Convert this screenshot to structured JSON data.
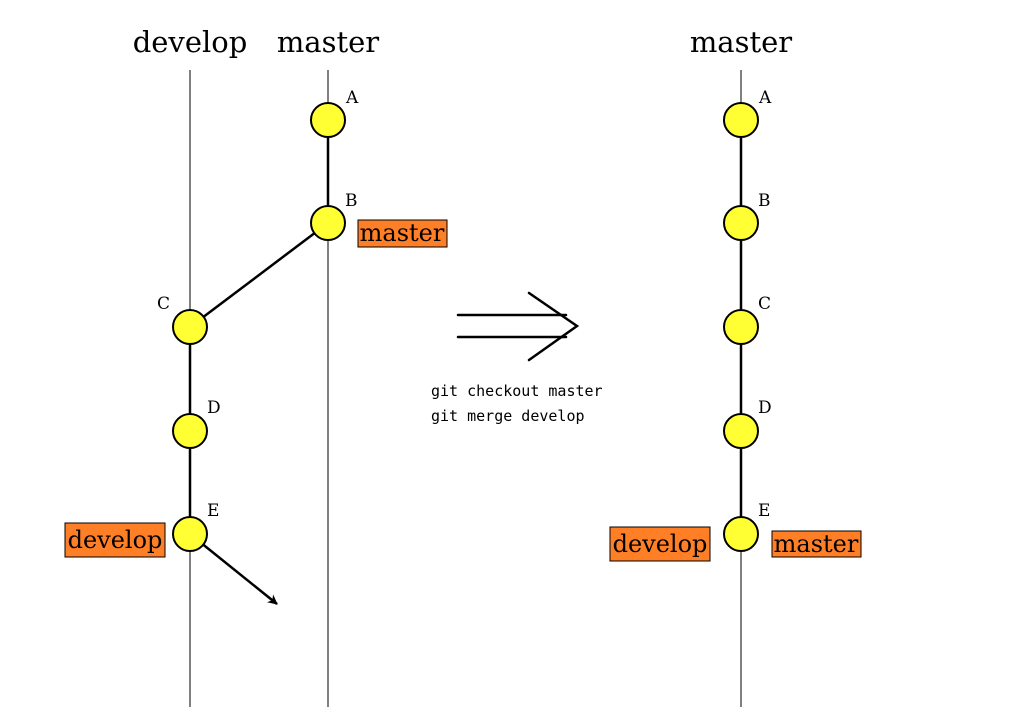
{
  "left": {
    "lanes": {
      "develop": "develop",
      "master": "master"
    },
    "commits": {
      "A": "A",
      "B": "B",
      "C": "C",
      "D": "D",
      "E": "E"
    },
    "branch_labels": {
      "master": "master",
      "develop": "develop"
    }
  },
  "commands": [
    "git checkout master",
    "git merge develop"
  ],
  "right": {
    "lanes": {
      "master": "master"
    },
    "commits": {
      "A": "A",
      "B": "B",
      "C": "C",
      "D": "D",
      "E": "E"
    },
    "branch_labels": {
      "develop": "develop",
      "master": "master"
    }
  },
  "colors": {
    "commit_fill": "#ffff33",
    "label_fill": "#ff7f27",
    "stroke": "#000000"
  }
}
